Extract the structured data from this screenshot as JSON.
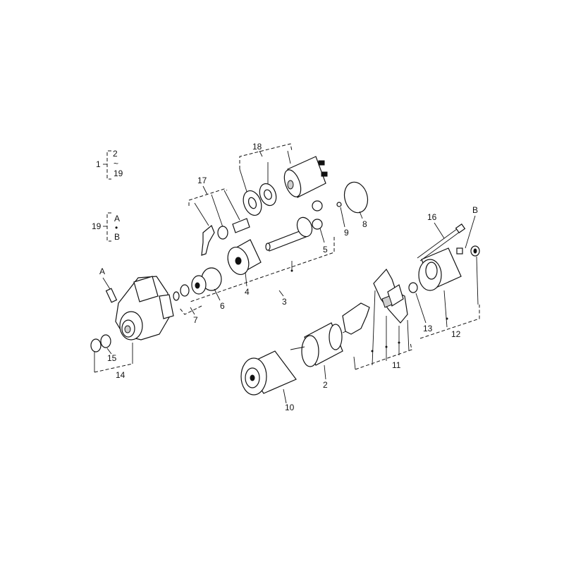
{
  "callouts": {
    "c1": "1",
    "c2": "2",
    "c3": "3",
    "c4": "4",
    "c5": "5",
    "c6": "6",
    "c7": "7",
    "c8": "8",
    "c9": "9",
    "c10": "10",
    "c11": "11",
    "c12": "12",
    "c13": "13",
    "c14": "14",
    "c15": "15",
    "c16": "16",
    "c17": "17",
    "c18": "18",
    "c19": "19"
  },
  "legend": {
    "group1_range_start": "2",
    "group1_tilde": "~",
    "group1_range_end": "19",
    "group19_item_a": "A",
    "group19_item_dot": "•",
    "group19_item_b": "B"
  },
  "connectors": {
    "a_marker": "A",
    "b_marker": "B"
  }
}
